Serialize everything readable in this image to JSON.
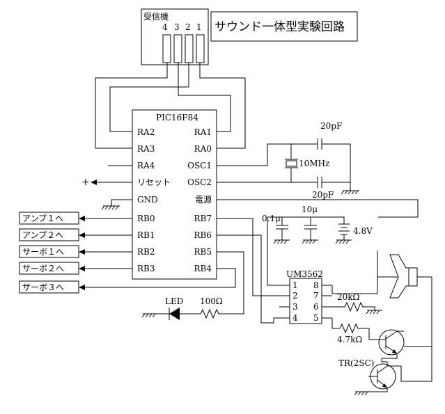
{
  "title": "サウンド一体型実験回路",
  "receiver": {
    "label": "受信機",
    "pins": [
      "4",
      "3",
      "2",
      "1"
    ]
  },
  "pic": {
    "name": "PIC16F84",
    "left_pins": [
      "RA2",
      "RA3",
      "RA4",
      "リセット",
      "GND",
      "RB0",
      "RB1",
      "RB2",
      "RB3"
    ],
    "right_pins": [
      "RA1",
      "RA0",
      "OSC1",
      "OSC2",
      "電源",
      "RB7",
      "RB6",
      "RB5",
      "RB4"
    ]
  },
  "plus_label": "+",
  "outputs": [
    "アンプ１へ",
    "アンプ２へ",
    "サーボ１へ",
    "サーボ２へ",
    "サーボ３へ"
  ],
  "crystal": {
    "cap_top": "20pF",
    "cap_bottom": "20pF",
    "freq": "10MHz"
  },
  "power": {
    "c1": "0.1μ",
    "c2": "10μ",
    "battery": "4.8V"
  },
  "ic": {
    "name": "UM3562",
    "left_pins": [
      "1",
      "2",
      "3",
      "4"
    ],
    "right_pins": [
      "8",
      "7",
      "6",
      "5"
    ]
  },
  "r1": "20kΩ",
  "r2": "4.7kΩ",
  "led": {
    "label": "LED",
    "resistor": "100Ω"
  },
  "transistor": "TR(2SC)"
}
